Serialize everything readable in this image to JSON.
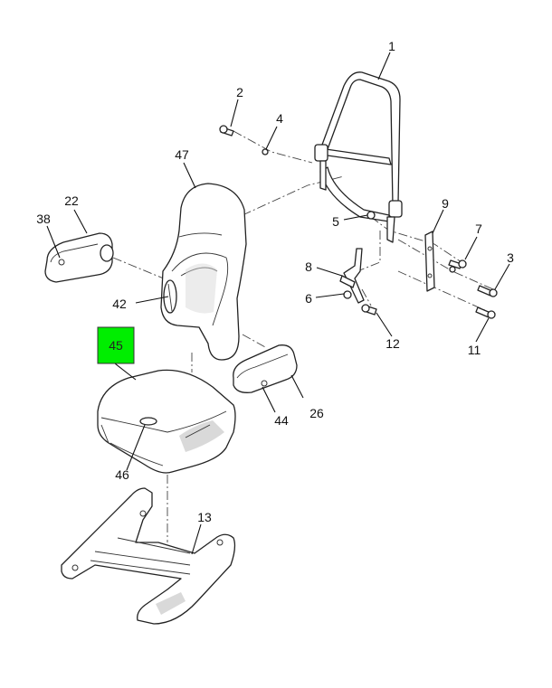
{
  "diagram": {
    "highlight_color": "#00ee00",
    "callouts": [
      {
        "id": "c1",
        "label": "1"
      },
      {
        "id": "c2",
        "label": "2"
      },
      {
        "id": "c3",
        "label": "3"
      },
      {
        "id": "c4",
        "label": "4"
      },
      {
        "id": "c5",
        "label": "5"
      },
      {
        "id": "c6",
        "label": "6"
      },
      {
        "id": "c7",
        "label": "7"
      },
      {
        "id": "c8",
        "label": "8"
      },
      {
        "id": "c9",
        "label": "9"
      },
      {
        "id": "c11",
        "label": "11"
      },
      {
        "id": "c12",
        "label": "12"
      },
      {
        "id": "c13",
        "label": "13"
      },
      {
        "id": "c22",
        "label": "22"
      },
      {
        "id": "c26",
        "label": "26"
      },
      {
        "id": "c38",
        "label": "38"
      },
      {
        "id": "c42",
        "label": "42"
      },
      {
        "id": "c44",
        "label": "44"
      },
      {
        "id": "c45",
        "label": "45",
        "highlighted": true
      },
      {
        "id": "c46",
        "label": "46"
      },
      {
        "id": "c47",
        "label": "47"
      }
    ]
  }
}
